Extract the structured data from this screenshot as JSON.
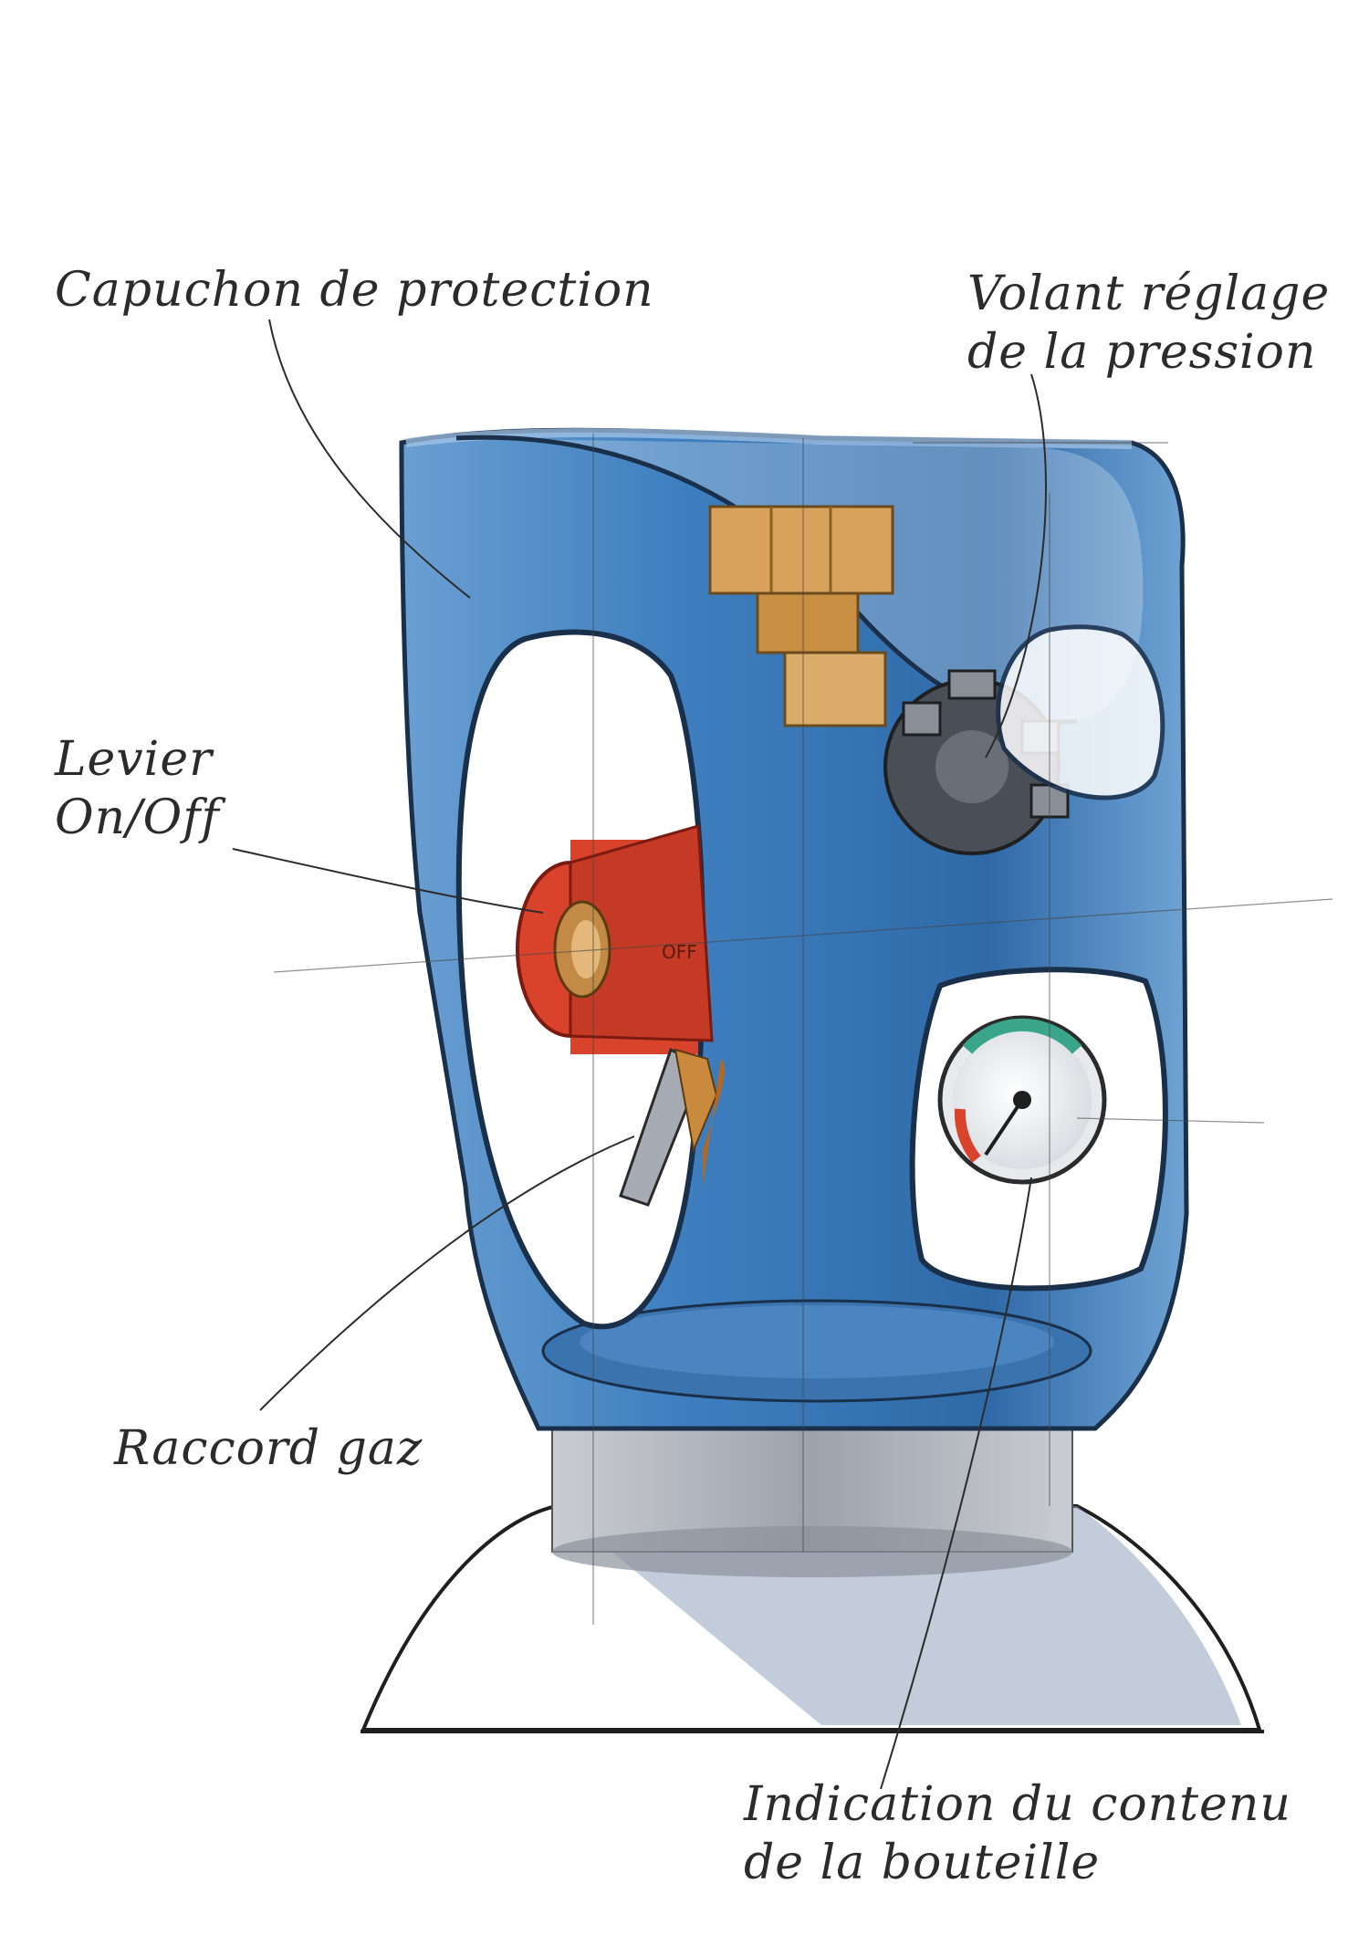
{
  "labels": {
    "cap": "Capuchon de protection",
    "wheel": [
      "Volant réglage",
      "de la pression"
    ],
    "lever": [
      "Levier",
      "On/Off"
    ],
    "gas": "Raccord gaz",
    "gauge": [
      "Indication du contenu",
      "de la bouteille"
    ],
    "valve_mark": "OFF"
  },
  "colors": {
    "body_blue": "#3f7fbf",
    "body_dark": "#2c5f98",
    "body_light": "#8fb6dc",
    "brass": "#d9a25c",
    "red": "#d9432c",
    "gray": "#b9bcc3",
    "ink": "#2b2b2b"
  }
}
